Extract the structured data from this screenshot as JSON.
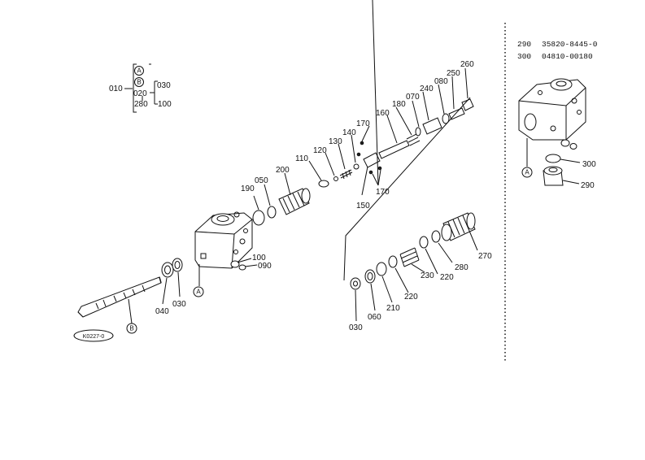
{
  "legend": {
    "ref_top": "A",
    "ref_bottom": "B",
    "main_label": "010",
    "mid_label": "020",
    "low_label": "280",
    "right_top": "030",
    "right_bottom": "100"
  },
  "parts_table": [
    {
      "ref": "290",
      "part_no": "35820-8445-0"
    },
    {
      "ref": "300",
      "part_no": "04810-00180"
    }
  ],
  "callouts": {
    "c010": "010",
    "c020": "020",
    "c030a": "030",
    "c030b": "030",
    "c030c": "030",
    "c040": "040",
    "c050": "050",
    "c060": "060",
    "c070": "070",
    "c080": "080",
    "c090": "090",
    "c100": "100",
    "c110": "110",
    "c120": "120",
    "c130": "130",
    "c140": "140",
    "c150": "150",
    "c160": "160",
    "c170a": "170",
    "c170b": "170",
    "c180": "180",
    "c190": "190",
    "c200": "200",
    "c210": "210",
    "c220a": "220",
    "c220b": "220",
    "c230": "230",
    "c240": "240",
    "c250": "250",
    "c260": "260",
    "c270": "270",
    "c280": "280",
    "c290": "290",
    "c300": "300"
  },
  "ref_markers": {
    "a_main": "A",
    "b_main": "B",
    "a_inset": "A"
  },
  "drawing_code": "K0227-0"
}
